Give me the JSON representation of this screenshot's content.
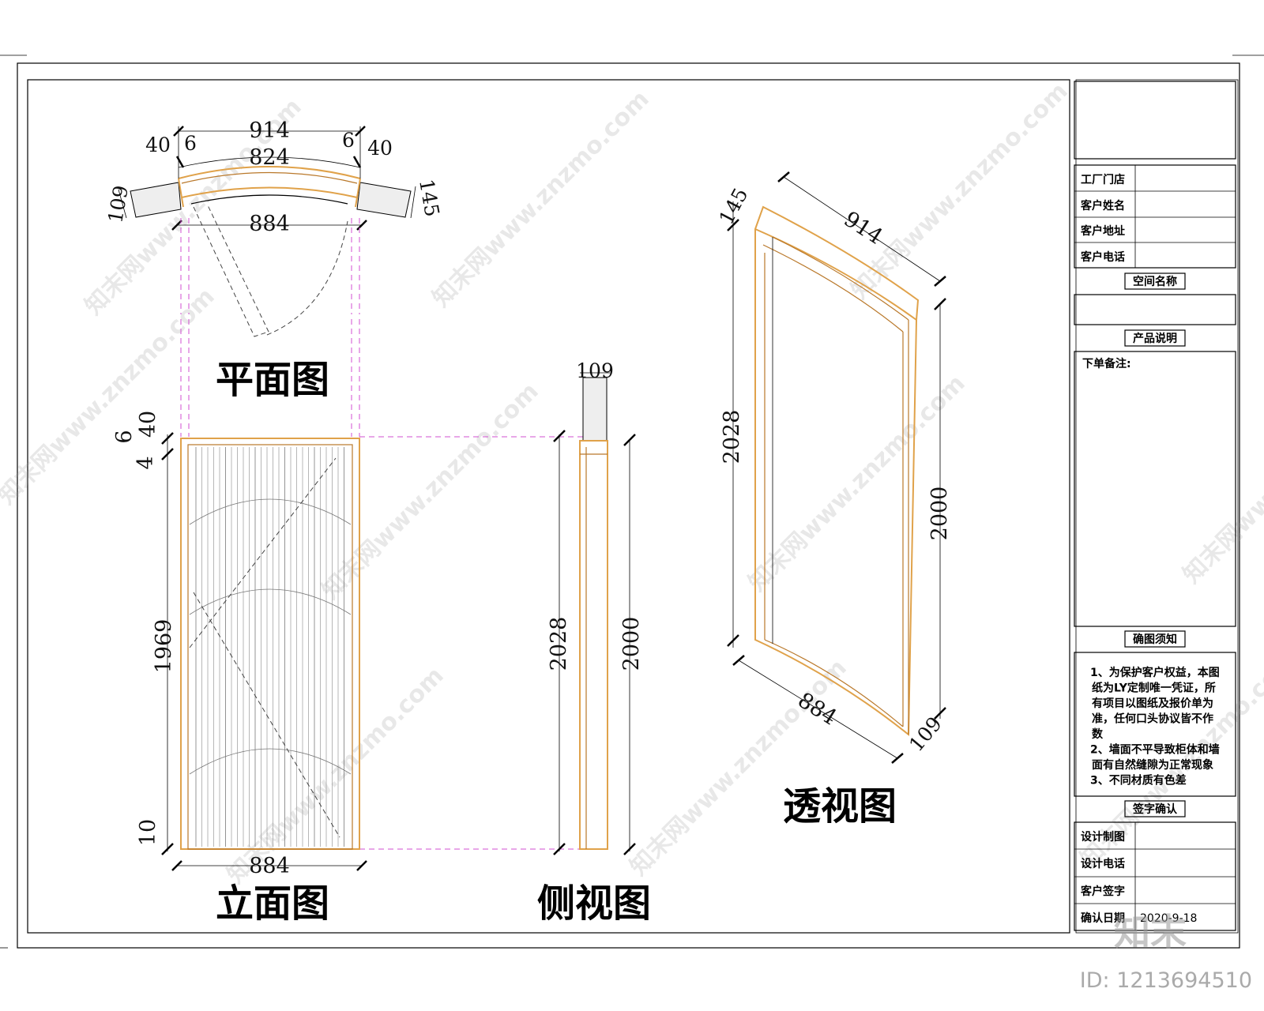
{
  "views": {
    "plan_title": "平面图",
    "elevation_title": "立面图",
    "side_title": "侧视图",
    "perspective_title": "透视图"
  },
  "plan_dims": {
    "outer_width": "914",
    "inner_width": "824",
    "bottom_width": "884",
    "left_casing": "40",
    "left_gap": "6",
    "right_gap": "6",
    "right_casing": "40",
    "left_wall": "109",
    "right_wall": "145"
  },
  "elevation_dims": {
    "top_a": "6",
    "top_b": "40",
    "top_c": "4",
    "height": "1969",
    "bottom": "10",
    "width": "884"
  },
  "side_dims": {
    "wall": "109",
    "height_a": "2028",
    "height_b": "2000"
  },
  "perspective_dims": {
    "top_depth": "145",
    "top_width": "914",
    "height_left": "2028",
    "height_right": "2000",
    "bottom_width": "884",
    "bottom_depth": "109"
  },
  "title_block": {
    "factory_label": "工厂门店",
    "customer_name_label": "客户姓名",
    "customer_address_label": "客户地址",
    "customer_phone_label": "客户电话",
    "space_name_label": "空间名称",
    "product_desc_label": "产品说明",
    "order_notes_label": "下单备注:",
    "confirm_notice_label": "确图须知",
    "notice_lines": [
      "1、为保护客户权益，本图",
      "纸为LY定制唯一凭证，所",
      "有项目以图纸及报价单为",
      "准，任何口头协议皆不作",
      "数",
      "2、墙面不平导致柜体和墙",
      "面有自然缝隙为正常现象",
      "3、不同材质有色差"
    ],
    "signature_label": "签字确认",
    "designer_label": "设计制图",
    "designer_phone_label": "设计电话",
    "customer_sign_label": "客户签字",
    "confirm_date_label": "确认日期",
    "confirm_date_value": "2020-9-18"
  },
  "watermark": {
    "text": "知末网www.znzmo.com",
    "logo": "知末",
    "id_text": "ID: 1213694510"
  }
}
